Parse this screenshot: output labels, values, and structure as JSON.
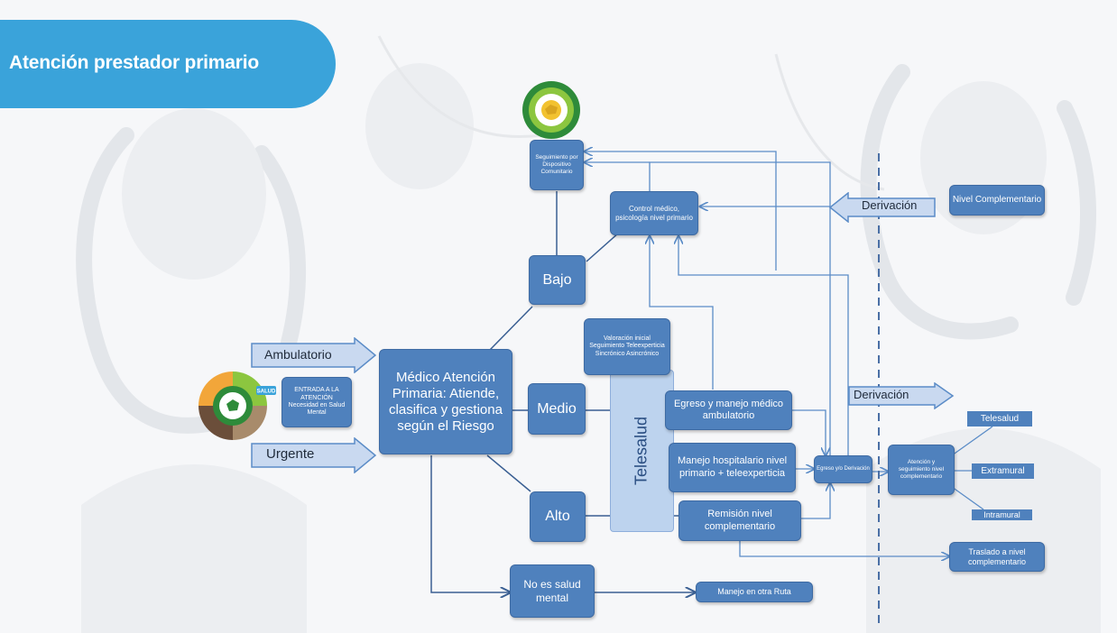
{
  "title": "Atención prestador primario",
  "nodes": {
    "seguimiento_dispositivo": "Seguimiento por Dispositivo Comunitario",
    "control_medico": "Control médico, psicología nivel primario",
    "bajo": "Bajo",
    "medio": "Medio",
    "alto": "Alto",
    "no_salud_mental": "No es salud mental",
    "manejo_otra_ruta": "Manejo en otra Ruta",
    "medico_atencion": "Médico Atención Primaria: Atiende, clasifica y gestiona según el Riesgo",
    "entrada_atencion": "ENTRADA A LA ATENCIÓN Necesidad en Salud Mental",
    "valoracion_inicial": "Valoración inicial Seguimiento Teleexperticia Sincrónico Asincrónico",
    "telesalud_vertical": "Telesalud",
    "egreso_manejo": "Egreso y manejo médico ambulatorio",
    "manejo_hospitalario": "Manejo hospitalario nivel primario + teleexperticia",
    "remision": "Remisión nivel complementario",
    "egreso_derivacion": "Egreso y/o Derivación",
    "atencion_seguimiento": "Atención y seguimiento nivel complementario",
    "nivel_complementario": "Nivel Complementario",
    "telesalud": "Telesalud",
    "extramural": "Extramural",
    "intramural": "Intramural",
    "traslado": "Traslado a nivel complementario"
  },
  "arrows": {
    "ambulatorio": "Ambulatorio",
    "urgente": "Urgente",
    "derivacion_in": "Derivación",
    "derivacion_out": "Derivación"
  },
  "colors": {
    "banner": "#3aa3da",
    "box": "#4f81bd",
    "arrow_fill": "#c9d9f0",
    "line": "#5b8cc7",
    "telesalud_panel": "#bdd3ee"
  },
  "logo_badge": "SALUD"
}
